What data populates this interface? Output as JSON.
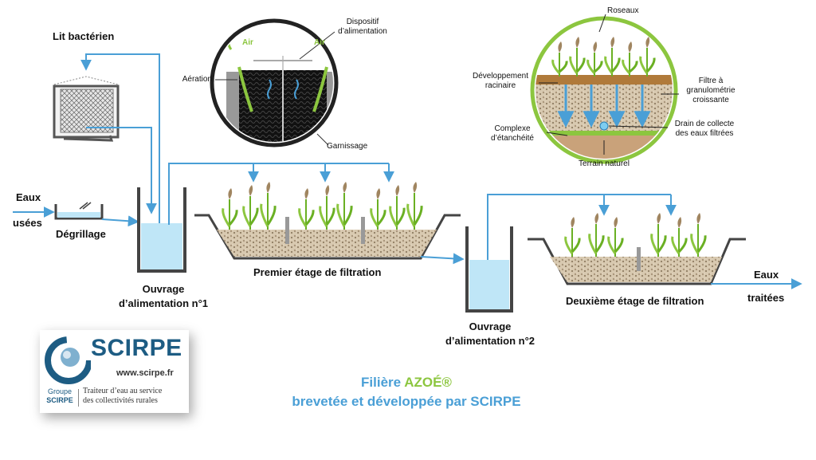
{
  "labels": {
    "lit_bacterien": "Lit bactérien",
    "eaux_usees_1": "Eaux",
    "eaux_usees_2": "usées",
    "degrillage": "Dégrillage",
    "ouvrage1_1": "Ouvrage",
    "ouvrage1_2": "d’alimentation n°1",
    "premier_etage": "Premier étage de filtration",
    "ouvrage2_1": "Ouvrage",
    "ouvrage2_2": "d’alimentation n°2",
    "deuxieme_etage": "Deuxième étage de filtration",
    "eaux_traitees_1": "Eaux",
    "eaux_traitees_2": "traitées"
  },
  "inset_left": {
    "air_left": "Air",
    "air_right": "Air",
    "dispositif_1": "Dispositif",
    "dispositif_2": "d’alimentation",
    "aeration": "Aération",
    "garnissage": "Garnissage"
  },
  "inset_right": {
    "roseaux": "Roseaux",
    "dev_1": "Développement",
    "dev_2": "racinaire",
    "filtre_1": "Filtre à",
    "filtre_2": "granulométrie",
    "filtre_3": "croissante",
    "complexe_1": "Complexe",
    "complexe_2": "d’étanchéité",
    "drain_1": "Drain de collecte",
    "drain_2": "des eaux filtrées",
    "terrain": "Terrain naturel"
  },
  "logo": {
    "brand": "SCIRPE",
    "url": "www.scirpe.fr",
    "groupe_1": "Groupe",
    "groupe_2": "SCIRPE",
    "tag_1": "Traiteur d’eau au service",
    "tag_2": "des collectivités rurales"
  },
  "caption": {
    "line1_a": "Filière ",
    "line1_b": "AZOÉ®",
    "line2": "brevetée et développée par SCIRPE"
  },
  "colors": {
    "flow_blue": "#4a9fd6",
    "water_light": "#bfe6f7",
    "reed_green": "#6ab023",
    "gravel": "#c9b79c",
    "inset_ring": "#8cc63f",
    "caption_blue": "#4a9fd6",
    "caption_green": "#8cc63f",
    "logo_blue": "#1d5c83"
  }
}
